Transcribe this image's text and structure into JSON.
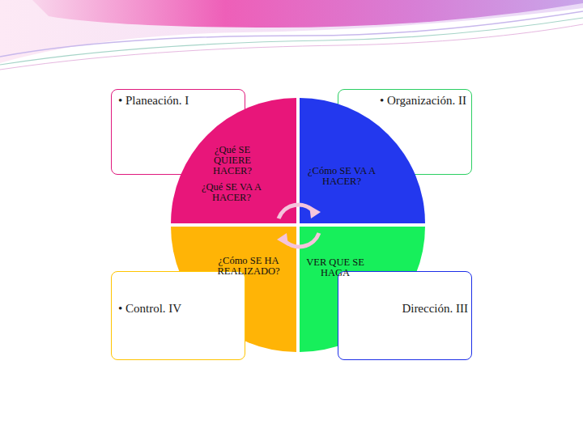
{
  "diagram": {
    "nodes": [
      {
        "text": [
          "• Planeación. I"
        ]
      },
      {
        "text": [
          "• Organización. II"
        ]
      },
      {
        "text": [
          "¿Qué SE QUIERE HACER?",
          "¿Qué SE VA A HACER?"
        ]
      },
      {
        "text": [
          "¿Cómo SE VA A HACER?"
        ]
      },
      {
        "text": [
          "¿Cómo SE HA REALIZADO?"
        ]
      },
      {
        "text": [
          "VER QUE SE HAGA"
        ]
      },
      {
        "text": [
          "• Control. IV"
        ]
      },
      {
        "text": [
          "Dirección. III"
        ]
      }
    ]
  }
}
